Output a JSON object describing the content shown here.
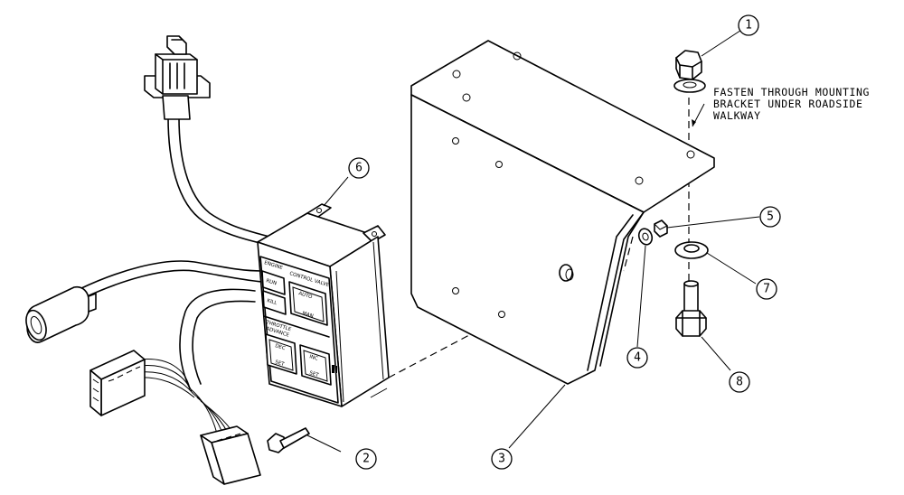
{
  "note": {
    "lines": [
      "FASTEN THROUGH MOUNTING",
      "BRACKET UNDER ROADSIDE",
      "WALKWAY"
    ]
  },
  "balloons": [
    "1",
    "2",
    "3",
    "4",
    "5",
    "6",
    "7",
    "8"
  ],
  "control_panel": {
    "engine_label": "ENGINE",
    "control_valve_label": "CONTROL VALVE",
    "btn_run": "RUN",
    "btn_kill": "KILL",
    "btn_auto": "AUTO",
    "btn_man": "MAN",
    "throttle_label": "THROTTLE",
    "throttle_sub": "ADVANCE",
    "btn_dec": "DEC",
    "btn_inc": "INC",
    "btn_set1": "SET",
    "btn_set2": "SET"
  }
}
